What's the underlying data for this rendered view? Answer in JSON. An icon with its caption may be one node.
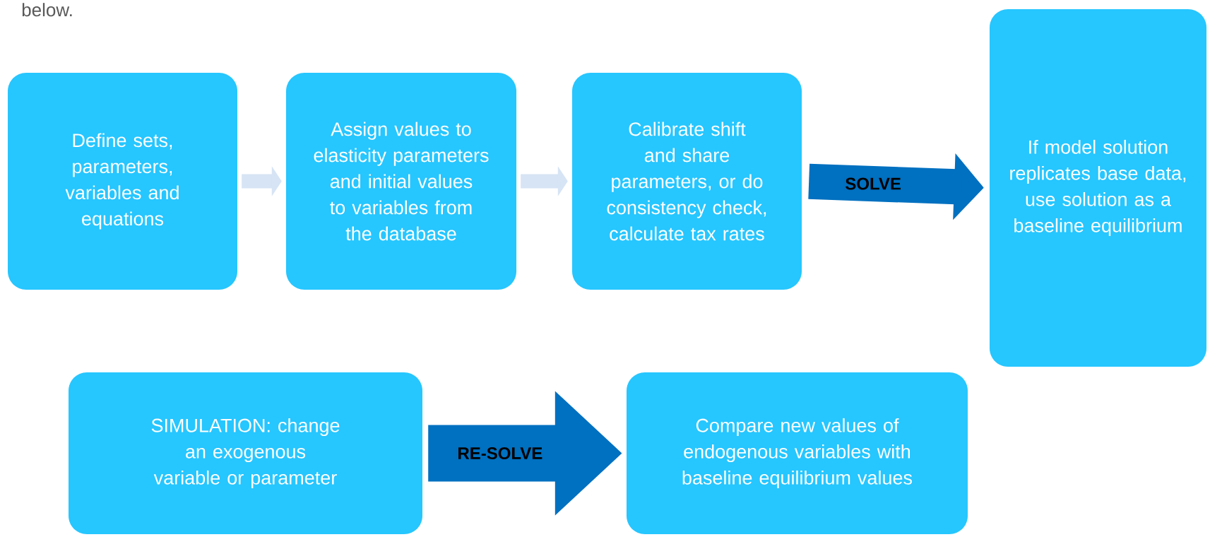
{
  "diagram": {
    "nodes": [
      {
        "text": [
          "Define sets, parameters, variables and equations"
        ]
      },
      {
        "text": [
          "Assign values to elasticity parameters and initial values to variables from the database"
        ]
      },
      {
        "text": [
          "Calibrate shift and share parameters, or do consistency check, calculate tax rates"
        ]
      },
      {
        "text": [
          "If model solution replicates base data, use solution as a baseline equilibrium"
        ]
      },
      {
        "text": [
          "SIMULATION: change an exogenous variable or parameter"
        ]
      },
      {
        "text": [
          "Compare new values of endogenous variables with baseline equilibrium values"
        ]
      }
    ],
    "edges": [
      {
        "from": 0,
        "to": 1,
        "arrow": "to",
        "color": "#d6e4f5"
      },
      {
        "from": 1,
        "to": 2,
        "arrow": "to",
        "color": "#d6e4f5"
      },
      {
        "from": 2,
        "to": 3,
        "arrow": "to",
        "label": "SOLVE",
        "style": "thick",
        "color": "#0070c0"
      },
      {
        "from": 4,
        "to": 5,
        "arrow": "to",
        "label": "RE-SOLVE",
        "style": "thick",
        "color": "#0070c0"
      }
    ],
    "labels": [
      "below."
    ]
  }
}
